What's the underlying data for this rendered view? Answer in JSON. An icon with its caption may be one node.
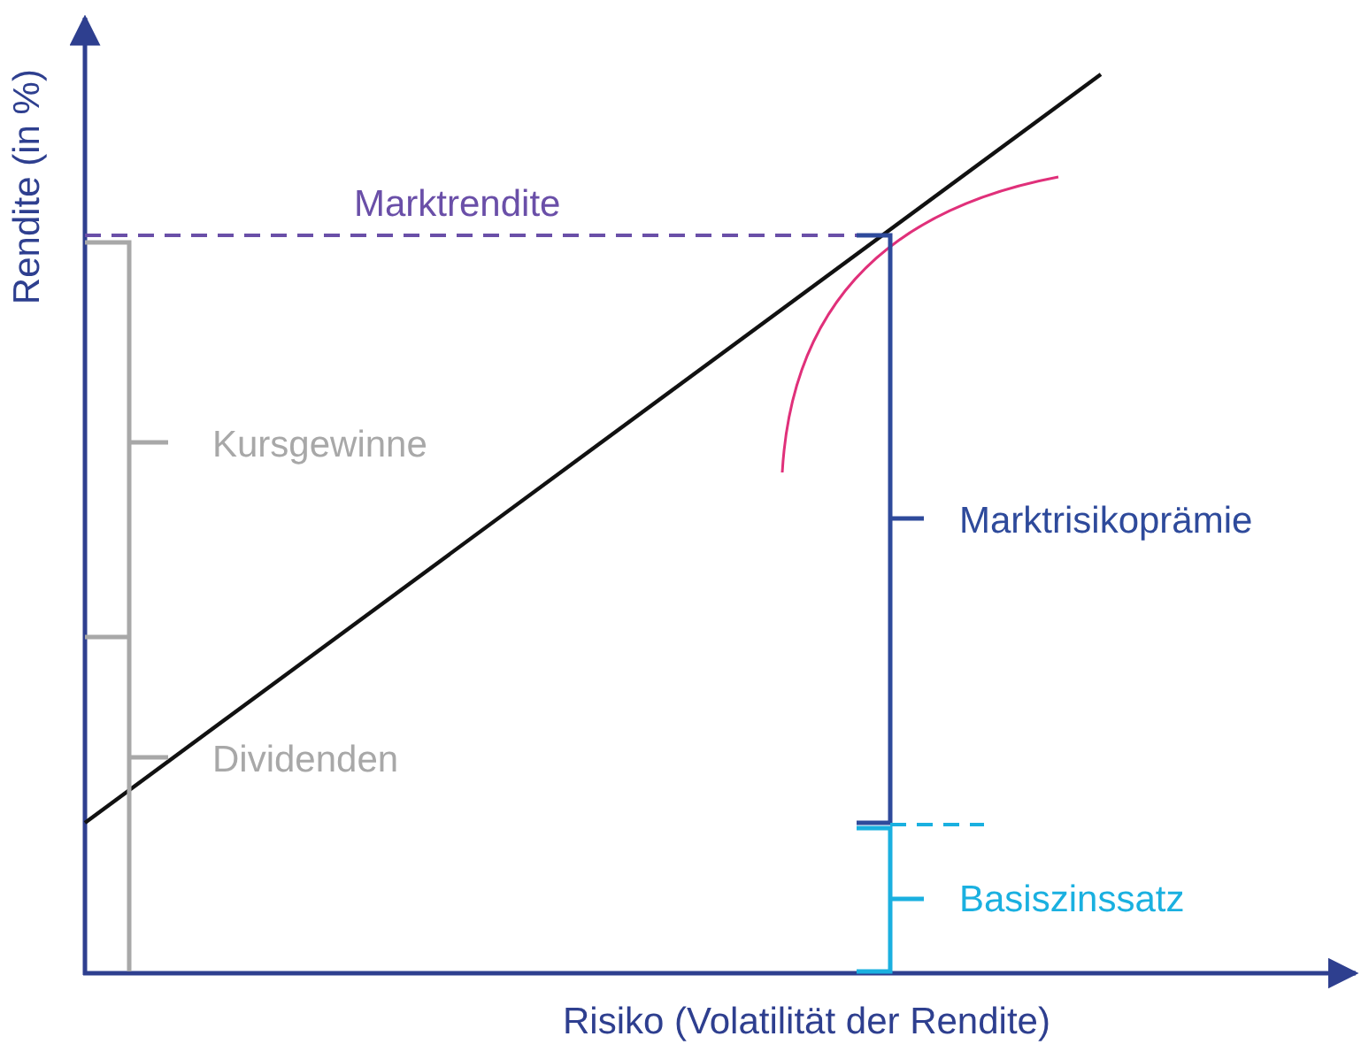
{
  "diagram": {
    "labels": [
      "Rendite (in %)",
      "Marktrendite",
      "Kursgewinne",
      "Marktrisikoprämie",
      "Dividenden",
      "Basiszinssatz",
      "Risiko (Volatilität der Rendite)"
    ]
  }
}
